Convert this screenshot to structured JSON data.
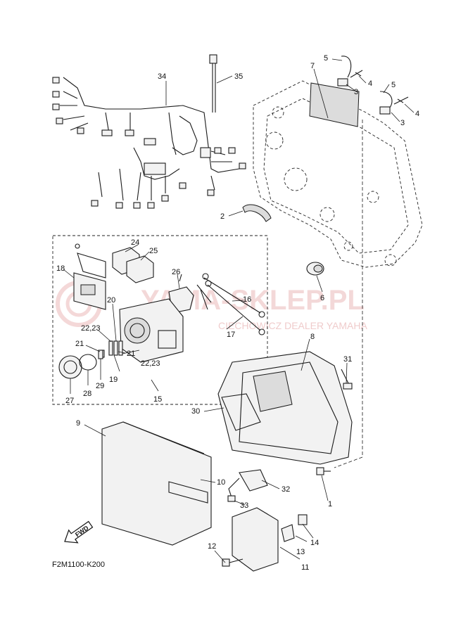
{
  "watermark": {
    "main": "YAMA-SKLEP.PL",
    "sub": "CIECHOWICZ DEALER YAMAHA"
  },
  "diagram_code": "F2M1100-K200",
  "fwd_label": "FWD",
  "callouts": {
    "c1": "1",
    "c2": "2",
    "c3a": "3",
    "c3b": "3",
    "c4a": "4",
    "c4b": "4",
    "c5a": "5",
    "c5b": "5",
    "c6": "6",
    "c7": "7",
    "c8": "8",
    "c9": "9",
    "c10": "10",
    "c11": "11",
    "c12": "12",
    "c13": "13",
    "c14": "14",
    "c15": "15",
    "c16": "16",
    "c17": "17",
    "c18": "18",
    "c19": "19",
    "c20": "20",
    "c21a": "21",
    "c21b": "21",
    "c2223a": "22,23",
    "c2223b": "22,23",
    "c24": "24",
    "c25": "25",
    "c26": "26",
    "c27": "27",
    "c28": "28",
    "c29": "29",
    "c30": "30",
    "c31": "31",
    "c32": "32",
    "c33": "33",
    "c34": "34",
    "c35": "35"
  }
}
